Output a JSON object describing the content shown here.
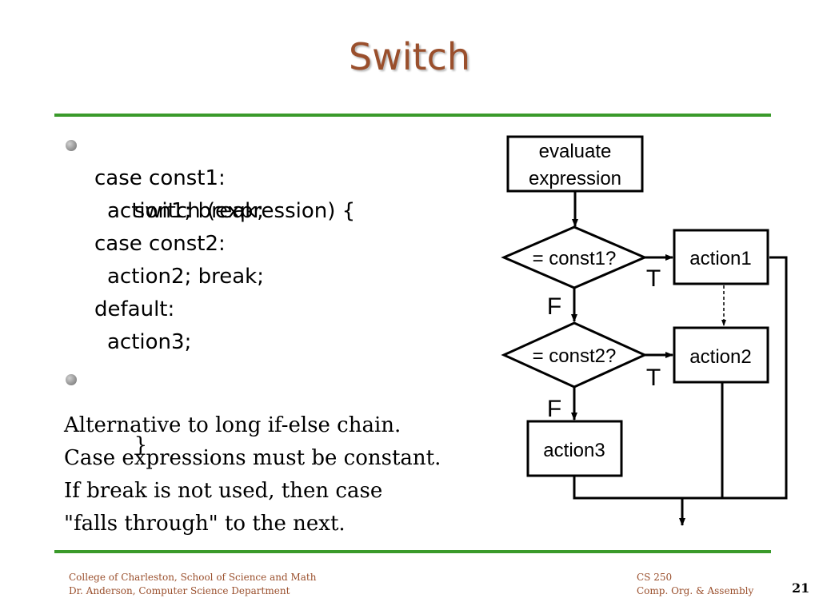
{
  "slide": {
    "title": "Switch",
    "code_lines": [
      "switch (expression) {",
      "case const1:",
      "action1; break;",
      "case const2:",
      "action2; break;",
      "default:",
      "action3;"
    ],
    "closing_brace": "}",
    "explanation": [
      "Alternative to long if-else chain.",
      "Case expressions must be constant.",
      "If break is not used, then case",
      "\"falls through\" to the next."
    ]
  },
  "flowchart": {
    "evaluate_line1": "evaluate",
    "evaluate_line2": "expression",
    "decision1": "= const1?",
    "decision2": "= const2?",
    "action1": "action1",
    "action2": "action2",
    "action3": "action3",
    "true_label": "T",
    "false_label": "F"
  },
  "footer": {
    "left_line1": "College of Charleston, School of Science and Math",
    "left_line2": "Dr. Anderson, Computer Science Department",
    "right_line1": "CS 250",
    "right_line2": "Comp. Org. & Assembly",
    "page_number": "21"
  },
  "colors": {
    "title": "#9a4f2c",
    "rule": "#3a9a2a",
    "footer_text": "#9a4f2c"
  }
}
